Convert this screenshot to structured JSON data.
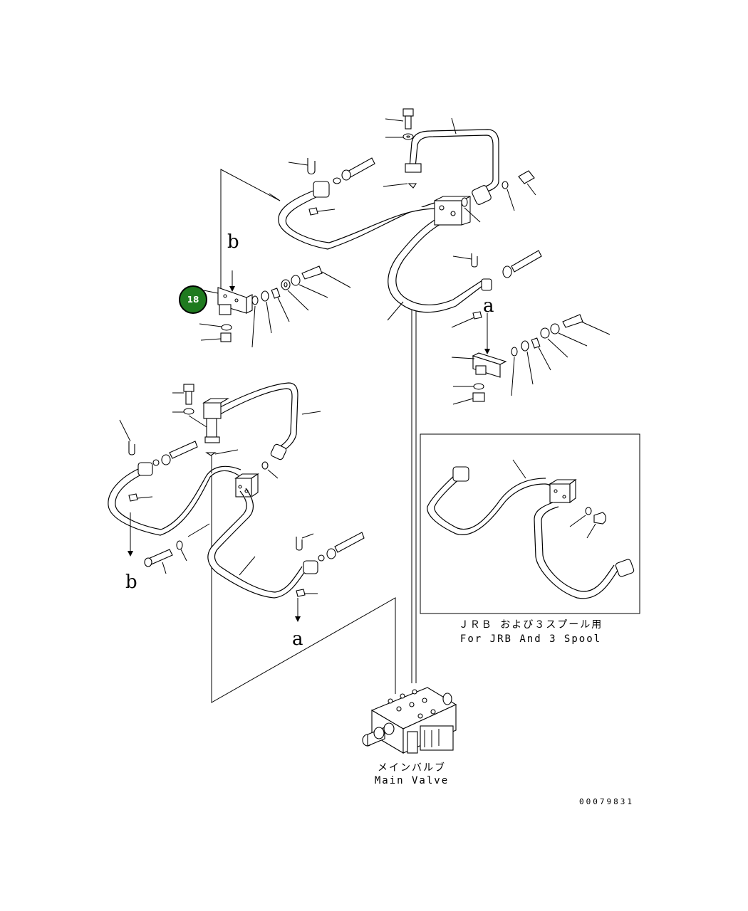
{
  "callout": {
    "number": "18",
    "color": "#1f7a1f"
  },
  "view_letters": {
    "b_top": "b",
    "a_right": "a",
    "b_bottom": "b",
    "a_bottom": "a"
  },
  "inset": {
    "label_jp": "ＪＲＢ および３スプール用",
    "label_en": "For JRB And 3 Spool"
  },
  "main_valve": {
    "label_jp": "メインバルブ",
    "label_en": "Main Valve"
  },
  "drawing_code": "00079831"
}
